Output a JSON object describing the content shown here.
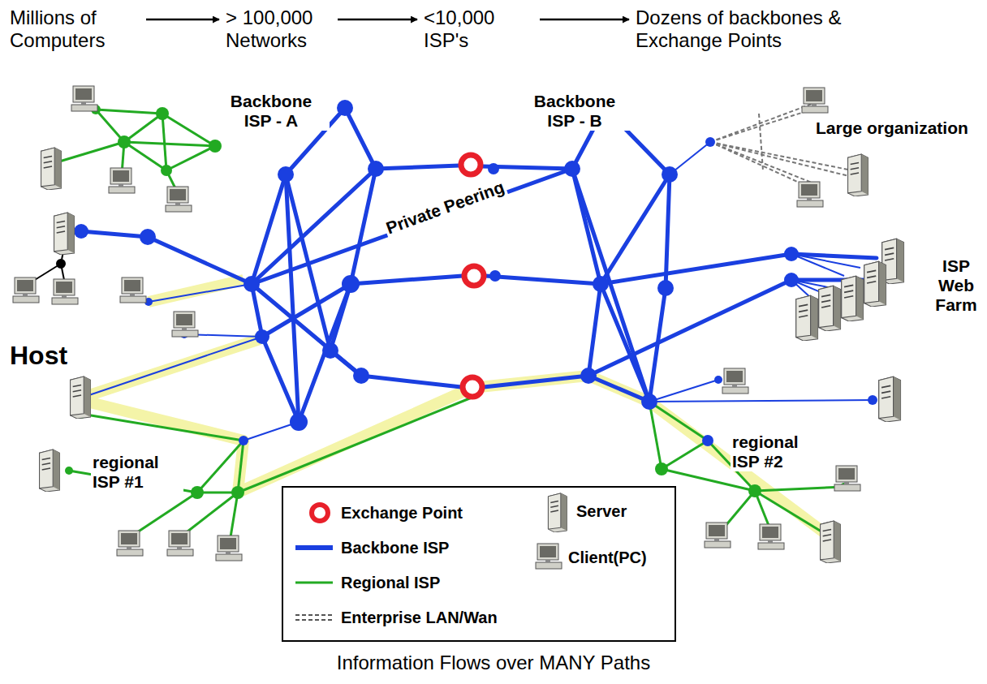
{
  "diagram": {
    "caption": "Information Flows over MANY Paths",
    "nodes": [
      {
        "text": [
          "Millions of Computers"
        ]
      },
      {
        "text": [
          "> 100,000 Networks"
        ]
      },
      {
        "text": [
          "<10,000 ISP's"
        ]
      },
      {
        "text": [
          "Dozens of backbones & Exchange Points"
        ]
      }
    ],
    "edges": [
      {
        "from": 0,
        "to": 1,
        "arrow": "to"
      },
      {
        "from": 1,
        "to": 2,
        "arrow": "to"
      },
      {
        "from": 2,
        "to": 3,
        "arrow": "to"
      }
    ],
    "labels": [
      "Backbone ISP - A",
      "Backbone ISP - B",
      "Private Peering",
      "Large organization",
      "ISP Web Farm",
      "Host",
      "regional ISP #1",
      "regional ISP #2"
    ],
    "legend": [
      {
        "text": "Exchange Point"
      },
      {
        "text": "Backbone ISP"
      },
      {
        "text": "Regional ISP"
      },
      {
        "text": "Enterprise LAN/Wan"
      },
      {
        "text": "Server"
      },
      {
        "text": "Client(PC)"
      }
    ]
  }
}
